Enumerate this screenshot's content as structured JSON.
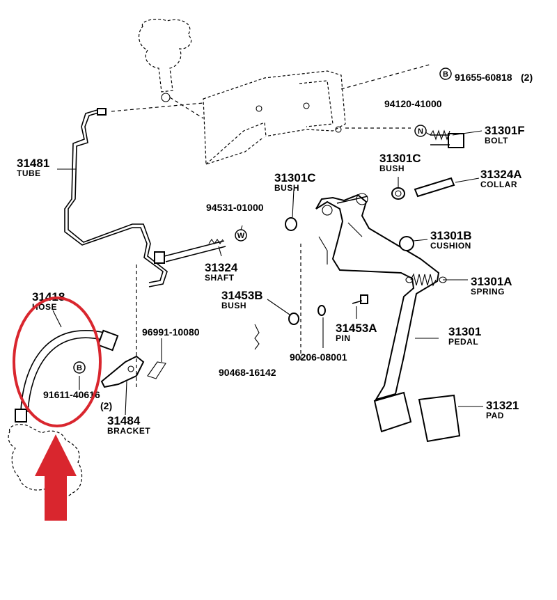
{
  "labels": {
    "l_31481": {
      "number": "31481",
      "name": "TUBE"
    },
    "l_31418": {
      "number": "31418",
      "name": "HOSE"
    },
    "l_31324": {
      "number": "31324",
      "name": "SHAFT"
    },
    "l_31301c_a": {
      "number": "31301C",
      "name": "BUSH"
    },
    "l_31301c_b": {
      "number": "31301C",
      "name": "BUSH"
    },
    "l_31301f": {
      "number": "31301F",
      "name": "BOLT"
    },
    "l_31324a": {
      "number": "31324A",
      "name": "COLLAR"
    },
    "l_31301b": {
      "number": "31301B",
      "name": "CUSHION"
    },
    "l_31301a": {
      "number": "31301A",
      "name": "SPRING"
    },
    "l_31453b": {
      "number": "31453B",
      "name": "BUSH"
    },
    "l_31453a": {
      "number": "31453A",
      "name": "PIN"
    },
    "l_31301": {
      "number": "31301",
      "name": "PEDAL"
    },
    "l_31321": {
      "number": "31321",
      "name": "PAD"
    },
    "l_31484": {
      "number": "31484",
      "name": "BRACKET"
    }
  },
  "codes": {
    "c_91655": "91655-60818",
    "c_91655_qty": "(2)",
    "c_94120": "94120-41000",
    "c_94531": "94531-01000",
    "c_96991": "96991-10080",
    "c_90468": "90468-16142",
    "c_90206": "90206-08001",
    "c_91611": "91611-40616",
    "c_91611_qty": "(2)"
  },
  "markers": {
    "m_b_top": "B",
    "m_n": "N",
    "m_w": "W",
    "m_b_left": "B"
  },
  "colors": {
    "highlight": "#d9262e",
    "ink": "#000000"
  }
}
